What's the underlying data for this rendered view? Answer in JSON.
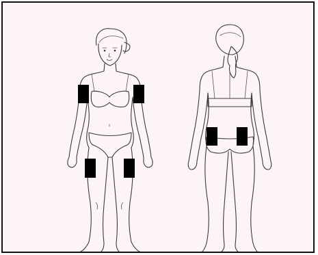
{
  "figure": {
    "background": "#fdf4f8",
    "border_color": "#111111",
    "figure_line_color": "#3a3a3a",
    "marker_color": "#000000",
    "views": [
      {
        "view": "front",
        "marker_sites": [
          "left-upper-arm",
          "right-upper-arm",
          "left-thigh",
          "right-thigh"
        ]
      },
      {
        "view": "back",
        "marker_sites": [
          "left-buttock",
          "right-buttock"
        ]
      }
    ]
  }
}
